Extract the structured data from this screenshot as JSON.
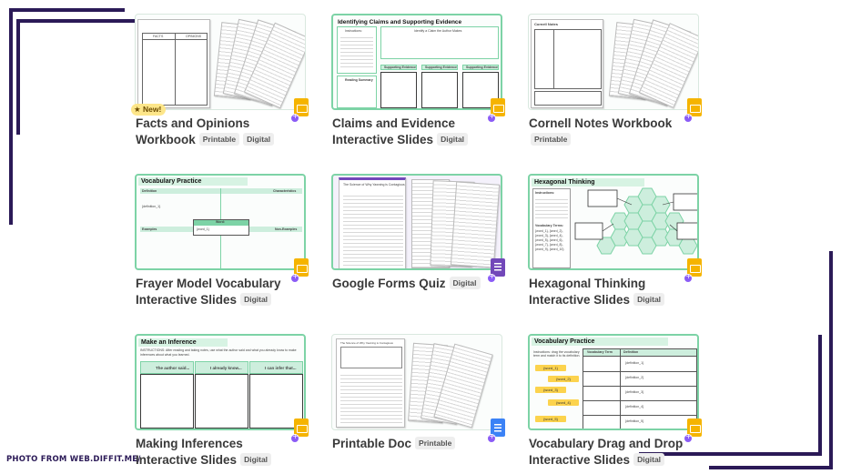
{
  "cards": [
    {
      "id": "facts",
      "title": [
        "Facts and Opinions",
        "Workbook"
      ],
      "tags": [
        "Printable",
        "Digital"
      ],
      "badge": "New!",
      "app": "slides-icon",
      "thumb": {
        "col1": "FACTS",
        "col2": "OPINIONS"
      }
    },
    {
      "id": "claims",
      "title": [
        "Claims and Evidence",
        "Interactive Slides"
      ],
      "tags": [
        "Digital"
      ],
      "app": "slides-icon",
      "thumb": {
        "heading": "Identifying Claims and Supporting Evidence",
        "instructions": "Instructions:",
        "claims": "Identify a Claim the Author Makes",
        "evidence": [
          "Supporting Evidence",
          "Supporting Evidence",
          "Supporting Evidence"
        ],
        "summary": "Reading Summary"
      }
    },
    {
      "id": "cornell",
      "title": [
        "Cornell Notes Workbook"
      ],
      "tags": [
        "Printable"
      ],
      "app": "slides-icon",
      "thumb": {
        "heading": "Cornell Notes"
      }
    },
    {
      "id": "frayer",
      "title": [
        "Frayer Model Vocabulary",
        "Interactive Slides"
      ],
      "tags": [
        "Digital"
      ],
      "app": "slides-icon",
      "thumb": {
        "heading": "Vocabulary Practice",
        "definition": "Definition",
        "characteristics": "Characteristics",
        "examples": "Examples",
        "nonexamples": "Non-Examples",
        "word": "Word:",
        "word_value": "{word_1}",
        "def_value": "{definition_1}"
      }
    },
    {
      "id": "forms",
      "title": [
        "Google Forms Quiz"
      ],
      "tags": [
        "Digital"
      ],
      "app": "forms-icon",
      "thumb": {
        "heading": "The Science of Why Yawning is Contagious"
      }
    },
    {
      "id": "hex",
      "title": [
        "Hexagonal Thinking",
        "Interactive Slides"
      ],
      "tags": [
        "Digital"
      ],
      "app": "slides-icon",
      "thumb": {
        "heading": "Hexagonal Thinking",
        "instructions": "Instructions:",
        "vocab": "Vocabulary Terms:",
        "terms": [
          "{word_1}, {word_2},",
          "{word_3}, {word_4},",
          "{word_5}, {word_6},",
          "{word_7}, {word_8},",
          "{word_9}, {word_10}"
        ]
      }
    },
    {
      "id": "infer",
      "title": [
        "Making Inferences",
        "Interactive Slides"
      ],
      "tags": [
        "Digital"
      ],
      "app": "slides-icon",
      "thumb": {
        "heading": "Make an Inference",
        "instructions": "INSTRUCTIONS: After reading and taking notes, use what the author said and what you already know to make inferences about what you learned.",
        "cols": [
          "The author said...",
          "I already know...",
          "I can infer that..."
        ]
      }
    },
    {
      "id": "doc",
      "title": [
        "Printable Doc"
      ],
      "tags": [
        "Printable"
      ],
      "app": "docs-icon",
      "thumb": {
        "heading": "The Science of Why Yawning is Contagious"
      }
    },
    {
      "id": "drag",
      "title": [
        "Vocabulary Drag and Drop",
        "Interactive Slides"
      ],
      "tags": [
        "Digital"
      ],
      "app": "slides-icon",
      "thumb": {
        "heading": "Vocabulary Practice",
        "instructions": "Instructions: drag the vocabulary term and match it to its definition.",
        "col1": "Vocabulary Term",
        "col2": "Definition",
        "words": [
          "{word_1}",
          "{word_2}",
          "{word_3}",
          "{word_4}",
          "{word_5}"
        ],
        "defs": [
          "{definition_1}",
          "{definition_2}",
          "{definition_3}",
          "{definition_4}",
          "{definition_5}"
        ]
      }
    }
  ],
  "credit": "PHOTO FROM WEB.DIFFIT.ME/",
  "colors": {
    "frame": "#2b1a57",
    "accent_green": "#7dd3a6",
    "slides": "#f5b400",
    "forms": "#7248b9",
    "docs": "#3b82f6"
  }
}
